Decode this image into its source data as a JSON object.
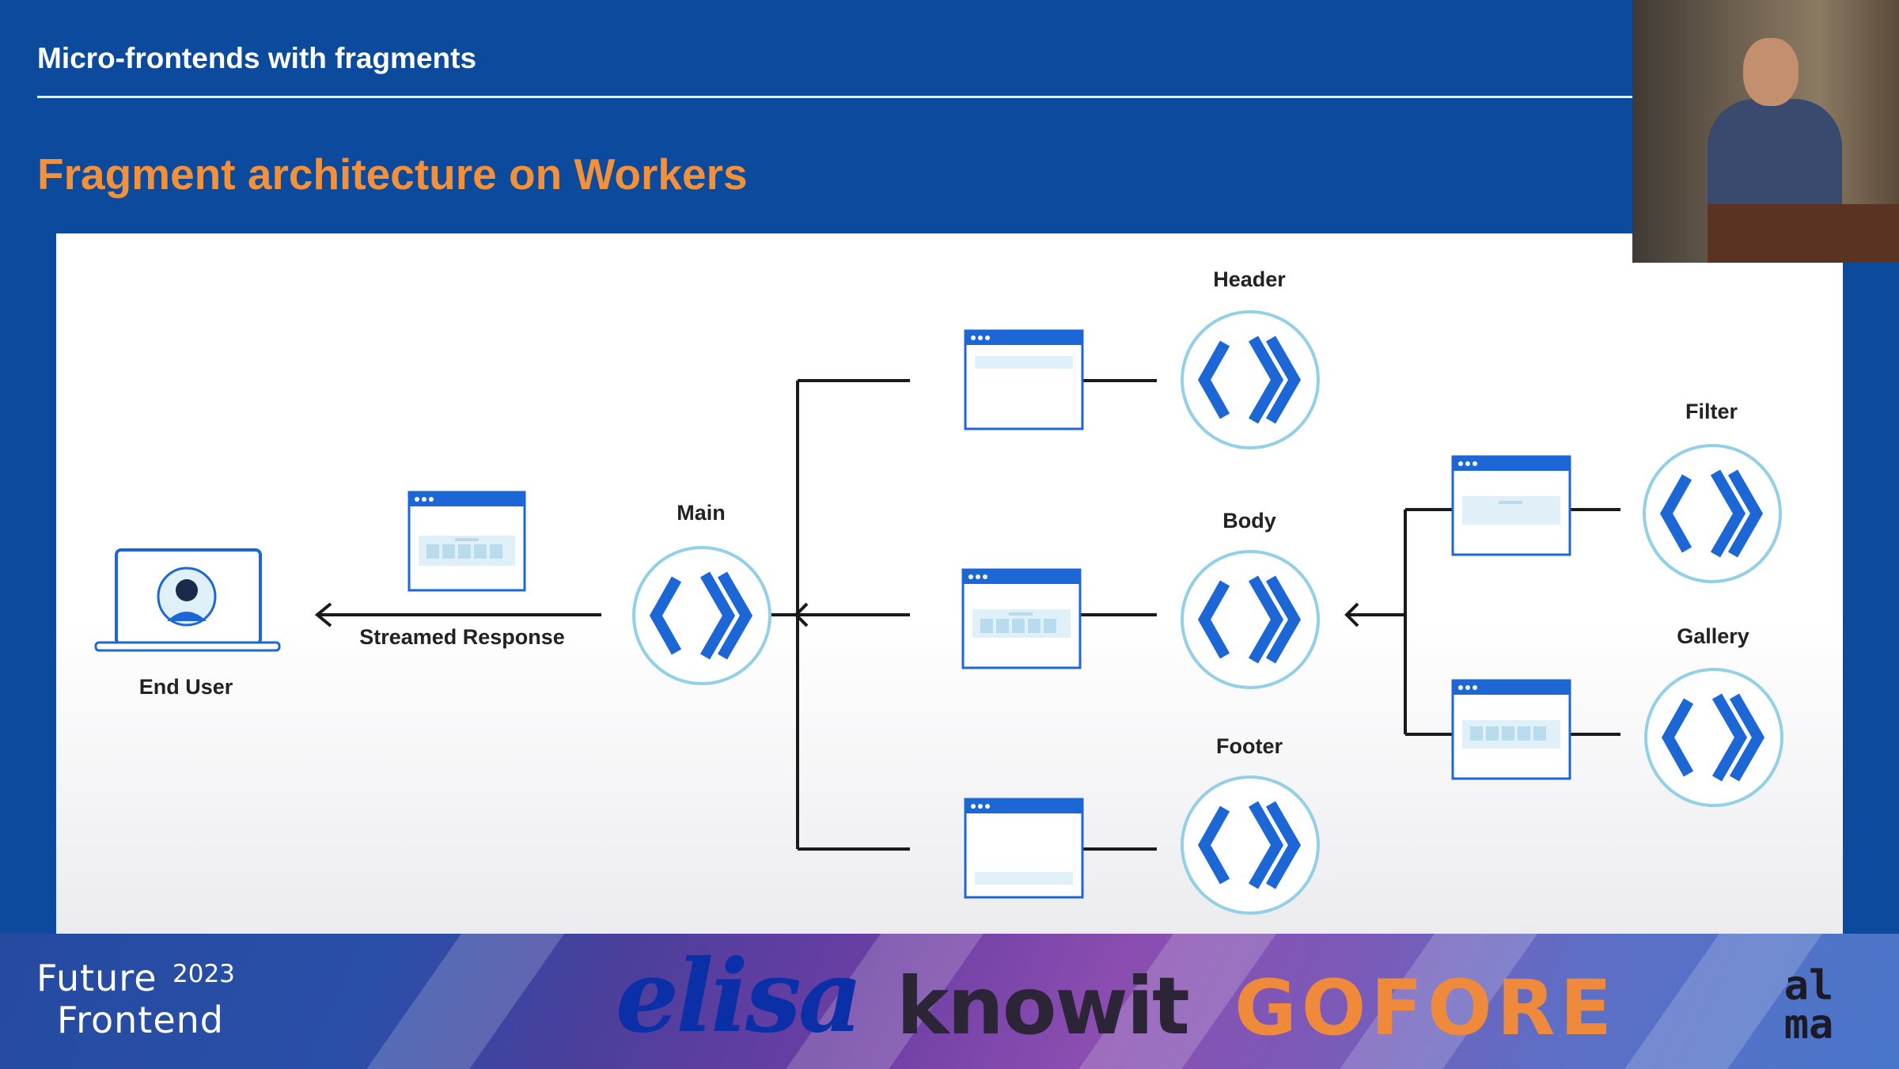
{
  "slide": {
    "section_title": "Micro-frontends with fragments",
    "title": "Fragment architecture on Workers"
  },
  "diagram": {
    "labels": {
      "end_user": "End User",
      "streamed_response": "Streamed Response",
      "main": "Main",
      "header": "Header",
      "body": "Body",
      "footer": "Footer",
      "filter": "Filter",
      "gallery": "Gallery"
    },
    "colors": {
      "accent_blue": "#1c66d6",
      "circle_ring": "#93cfe6",
      "card_fill": "#dff0f8",
      "line": "#1a1a1a"
    }
  },
  "footer": {
    "event_line1": "Future",
    "event_line2": "Frontend",
    "event_year": "2023",
    "sponsors": {
      "elisa": "elisa",
      "knowit": "knowit",
      "gofore": "GOFORE",
      "alma_top": "al",
      "alma_bottom": "ma"
    }
  }
}
